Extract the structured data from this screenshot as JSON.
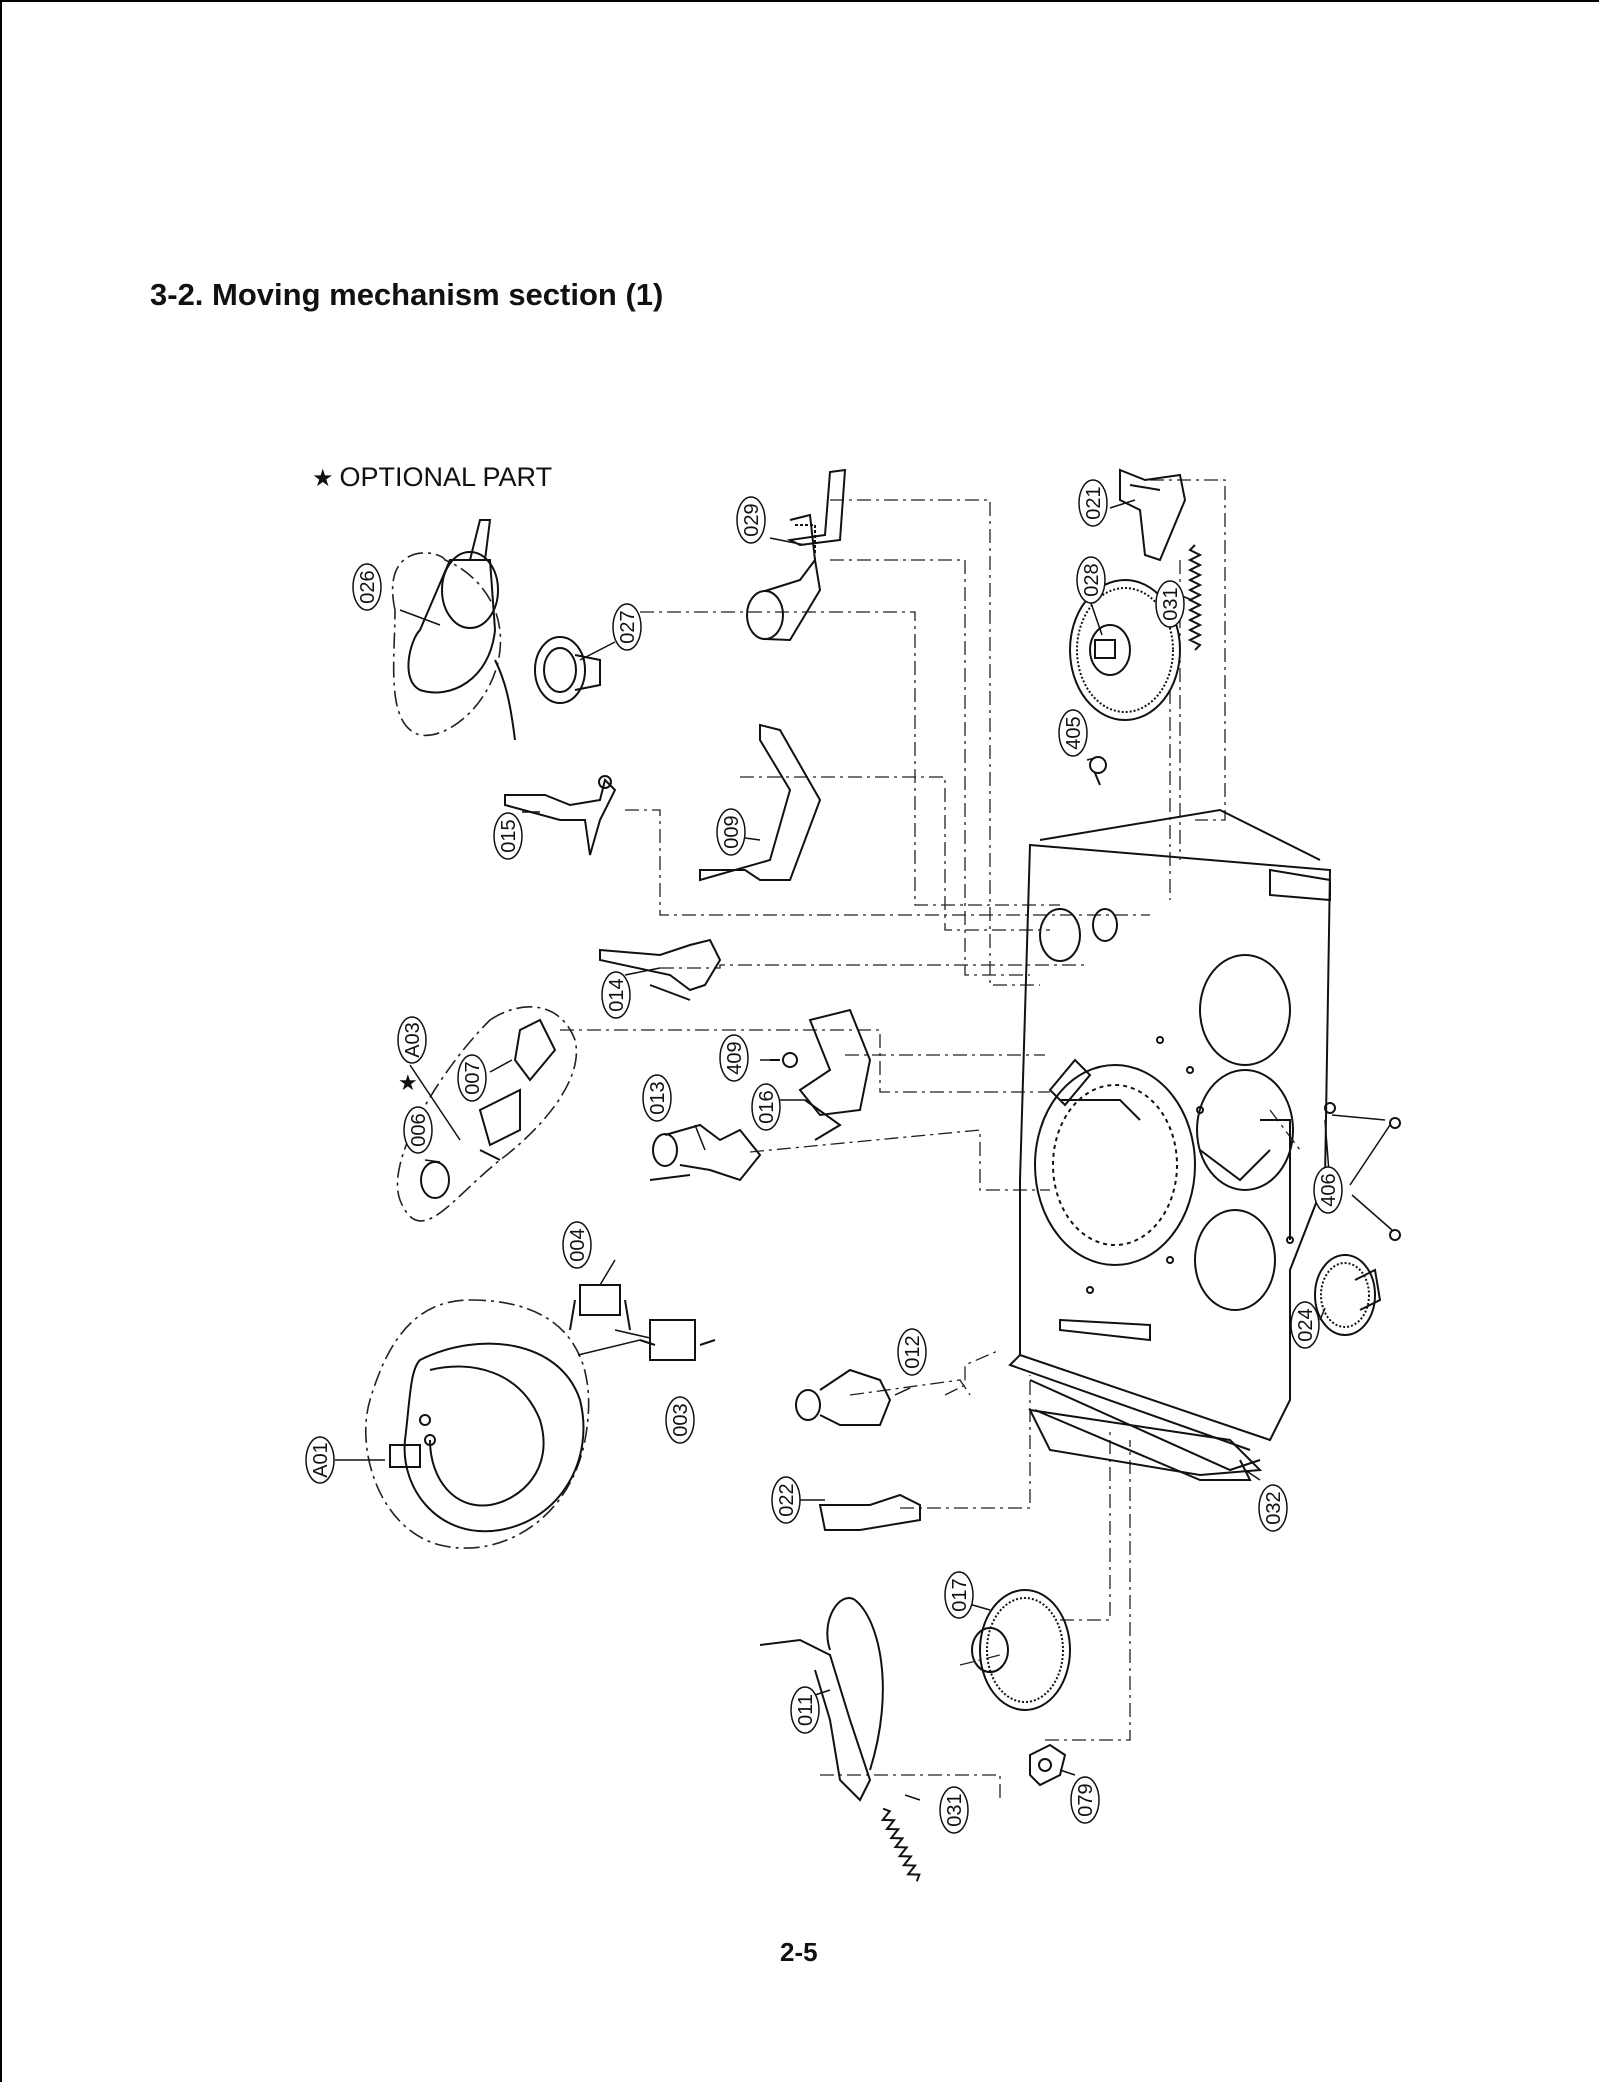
{
  "page": {
    "title": "3-2. Moving mechanism section (1)",
    "optional_note": "OPTIONAL PART",
    "page_number": "2-5"
  },
  "labels": {
    "p029": "029",
    "p021": "021",
    "p028": "028",
    "p031a": "031",
    "p026": "026",
    "p027": "027",
    "p405": "405",
    "p015": "015",
    "p009": "009",
    "p014": "014",
    "pA03": "A03",
    "p007": "007",
    "p006": "006",
    "p409": "409",
    "p013": "013",
    "p016": "016",
    "p406": "406",
    "p004": "004",
    "p024": "024",
    "p012": "012",
    "p003": "003",
    "pA01": "A01",
    "p022": "022",
    "p032": "032",
    "p017": "017",
    "p011": "011",
    "p031b": "031",
    "p079": "079"
  }
}
